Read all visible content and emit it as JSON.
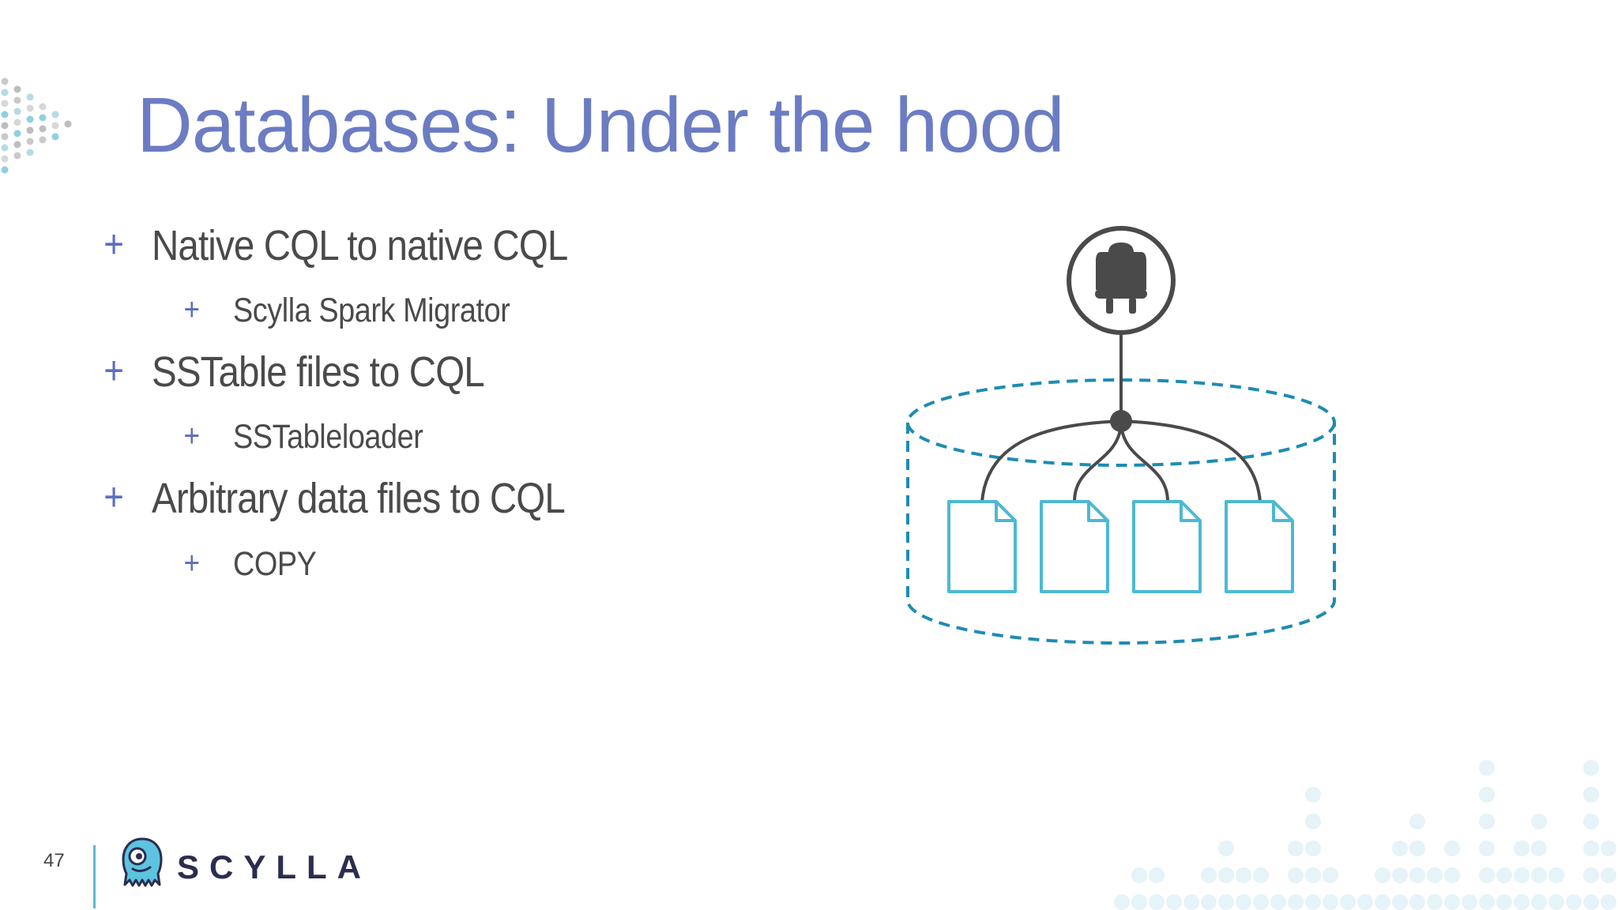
{
  "slide": {
    "title": "Databases: Under the hood",
    "page_number": "47",
    "bullets": [
      {
        "level": 1,
        "text": "Native CQL to native CQL"
      },
      {
        "level": 2,
        "text": "Scylla Spark Migrator"
      },
      {
        "level": 1,
        "text": "SSTable files to CQL"
      },
      {
        "level": 2,
        "text": "SSTableloader"
      },
      {
        "level": 1,
        "text": "Arbitrary data files to CQL"
      },
      {
        "level": 2,
        "text": "COPY"
      }
    ],
    "bullet_marker": "+"
  },
  "brand": {
    "name": "SCYLLA",
    "title_color": "#6b7cc3",
    "bullet_marker_color": "#5b6fbf",
    "text_color": "#4a4a4a",
    "database_outline_color": "#1e8bb3",
    "file_icon_color": "#4db8d4",
    "connector_color": "#4a4a4a",
    "logo_text_color": "#2b2d4f"
  },
  "diagram": {
    "plug_icon": "plug-icon",
    "file_count": 4
  }
}
